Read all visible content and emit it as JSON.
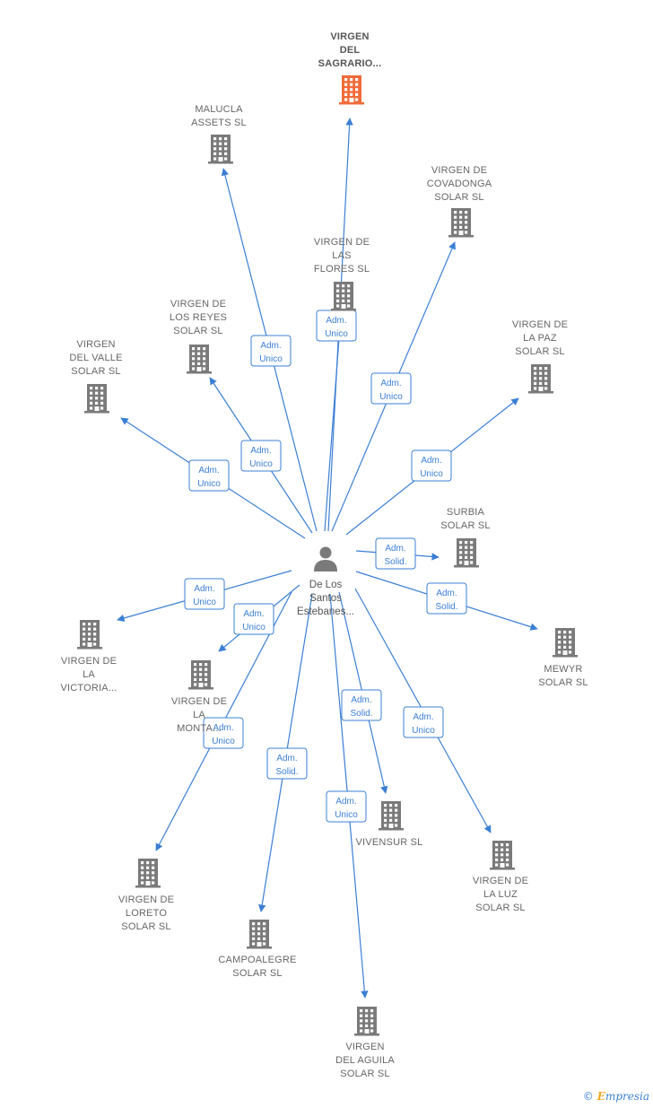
{
  "colors": {
    "edge": "#3b7fd4",
    "building": "#7a7a7a",
    "main_building": "#f06b3a",
    "person": "#7a7a7a"
  },
  "person": {
    "lines": [
      "De Los",
      "Santos",
      "Estebanes..."
    ],
    "icon": "person-icon"
  },
  "companies": [
    {
      "id": "sagrario",
      "lines": [
        "VIRGEN",
        "DEL",
        "SAGRARIO..."
      ],
      "main": true
    },
    {
      "id": "malucla",
      "lines": [
        "MALUCLA",
        "ASSETS  SL"
      ]
    },
    {
      "id": "covadonga",
      "lines": [
        "VIRGEN DE",
        "COVADONGA",
        "SOLAR  SL"
      ]
    },
    {
      "id": "flores",
      "lines": [
        "VIRGEN DE",
        "LAS",
        "FLORES  SL"
      ]
    },
    {
      "id": "reyes",
      "lines": [
        "VIRGEN DE",
        "LOS REYES",
        "SOLAR  SL"
      ]
    },
    {
      "id": "valle",
      "lines": [
        "VIRGEN",
        "DEL VALLE",
        "SOLAR  SL"
      ]
    },
    {
      "id": "paz",
      "lines": [
        "VIRGEN DE",
        "LA PAZ",
        "SOLAR  SL"
      ]
    },
    {
      "id": "surbia",
      "lines": [
        "SURBIA",
        "SOLAR  SL"
      ]
    },
    {
      "id": "mewyr",
      "lines": [
        "MEWYR",
        "SOLAR  SL"
      ]
    },
    {
      "id": "victoria",
      "lines": [
        "VIRGEN DE",
        "LA",
        "VICTORIA..."
      ]
    },
    {
      "id": "montana",
      "lines": [
        "VIRGEN DE",
        "LA",
        "MONTA..."
      ]
    },
    {
      "id": "loreto",
      "lines": [
        "VIRGEN DE",
        "LORETO",
        "SOLAR  SL"
      ]
    },
    {
      "id": "campoalegre",
      "lines": [
        "CAMPOALEGRE",
        "SOLAR  SL"
      ]
    },
    {
      "id": "aguila",
      "lines": [
        "VIRGEN",
        "DEL AGUILA",
        "SOLAR  SL"
      ]
    },
    {
      "id": "vivensur",
      "lines": [
        "VIVENSUR SL"
      ]
    },
    {
      "id": "luz",
      "lines": [
        "VIRGEN DE",
        "LA LUZ",
        "SOLAR  SL"
      ]
    }
  ],
  "edges": [
    {
      "to": "sagrario",
      "badge": [
        "Adm.",
        "Unico"
      ]
    },
    {
      "to": "malucla",
      "badge": [
        "Adm.",
        "Unico"
      ]
    },
    {
      "to": "covadonga",
      "badge": [
        "Adm.",
        "Unico"
      ]
    },
    {
      "to": "flores",
      "badge": [
        "Adm.",
        "Unico"
      ]
    },
    {
      "to": "reyes",
      "badge": [
        "Adm.",
        "Unico"
      ]
    },
    {
      "to": "valle",
      "badge": [
        "Adm.",
        "Unico"
      ]
    },
    {
      "to": "paz",
      "badge": [
        "Adm.",
        "Unico"
      ]
    },
    {
      "to": "surbia",
      "badge": [
        "Adm.",
        "Solid."
      ]
    },
    {
      "to": "mewyr",
      "badge": [
        "Adm.",
        "Solid."
      ]
    },
    {
      "to": "victoria",
      "badge": [
        "Adm.",
        "Unico"
      ]
    },
    {
      "to": "montana",
      "badge": [
        "Adm.",
        "Unico"
      ]
    },
    {
      "to": "loreto",
      "badge": [
        "Adm.",
        "Unico"
      ]
    },
    {
      "to": "campoalegre",
      "badge": [
        "Adm.",
        "Solid."
      ]
    },
    {
      "to": "aguila",
      "badge": [
        "Adm.",
        "Unico"
      ]
    },
    {
      "to": "vivensur",
      "badge": [
        "Adm.",
        "Solid."
      ]
    },
    {
      "to": "luz",
      "badge": [
        "Adm.",
        "Unico"
      ]
    }
  ],
  "watermark": {
    "copyright": "©",
    "brand_initial": "E",
    "brand_rest": "mpresia"
  }
}
